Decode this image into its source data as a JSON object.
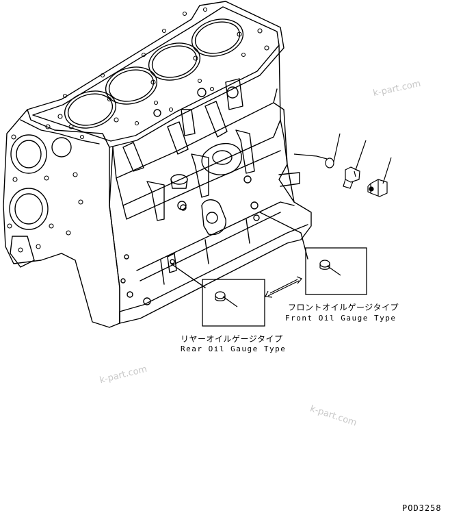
{
  "labels": {
    "front_jp": "フロントオイルゲージタイプ",
    "front_en": "Front Oil Gauge Type",
    "rear_jp": "リヤーオイルゲージタイプ",
    "rear_en": "Rear Oil Gauge Type"
  },
  "watermark": "k-part.com",
  "drawing_code": "POD3258",
  "colors": {
    "line": "#000000",
    "watermark": "#c8c8c8"
  }
}
